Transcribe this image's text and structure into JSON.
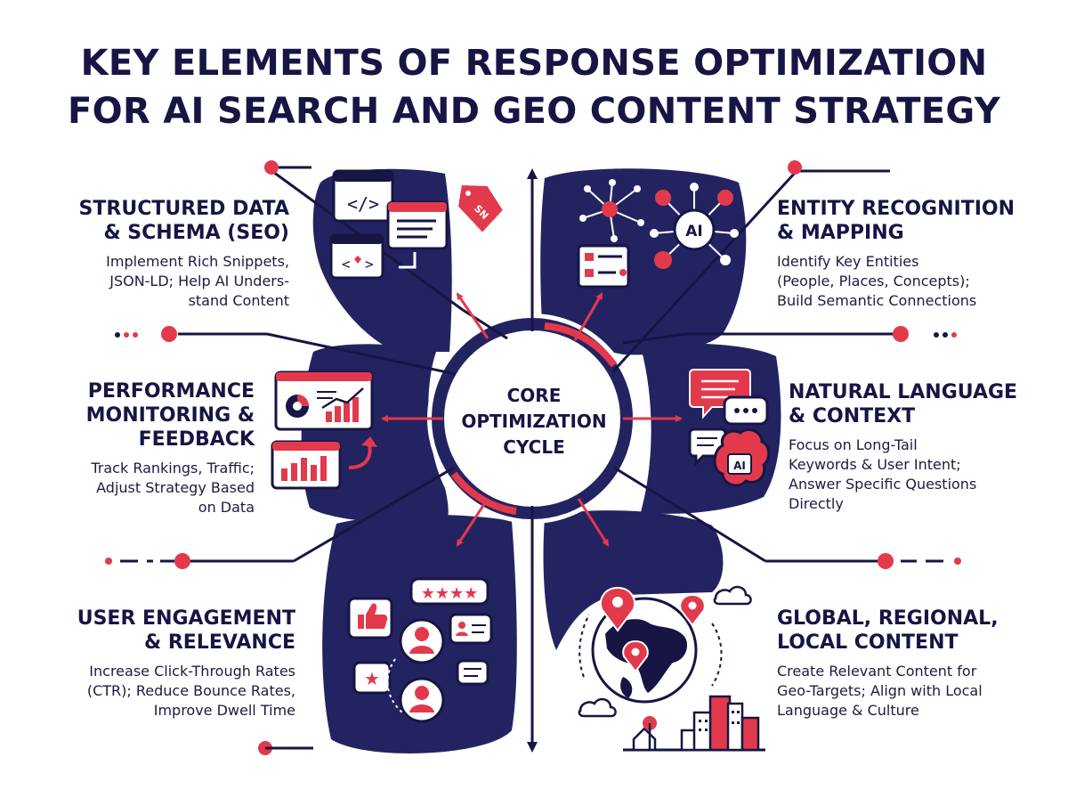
{
  "title": {
    "line1": "KEY ELEMENTS OF RESPONSE OPTIMIZATION",
    "line2": "FOR AI SEARCH AND GEO CONTENT STRATEGY"
  },
  "center": {
    "line1": "CORE",
    "line2": "OPTIMIZATION",
    "line3": "CYCLE"
  },
  "sections": {
    "structured": {
      "head1": "STRUCTURED DATA",
      "head2": "& SCHEMA (SEO)",
      "desc1": "Implement Rich Snippets,",
      "desc2": "JSON-LD; Help AI Unders-",
      "desc3": "stand Content",
      "tag_label": "SN"
    },
    "entity": {
      "head1": "ENTITY RECOGNITION",
      "head2": "& MAPPING",
      "desc1": "Identify Key Entities",
      "desc2": "(People, Places, Concepts);",
      "desc3": "Build Semantic Connections",
      "hub_label": "AI"
    },
    "performance": {
      "head1": "PERFORMANCE",
      "head2": "MONITORING &",
      "head3": "FEEDBACK",
      "desc1": "Track Rankings, Traffic;",
      "desc2": "Adjust Strategy Based",
      "desc3": "on Data"
    },
    "natural": {
      "head1": "NATURAL LANGUAGE",
      "head2": "& CONTEXT",
      "desc1": "Focus on Long-Tail",
      "desc2": "Keywords & User Intent;",
      "desc3": "Answer Specific Questions",
      "desc4": "Directly",
      "brain_label": "AI"
    },
    "engagement": {
      "head1": "USER ENGAGEMENT",
      "head2": "& RELEVANCE",
      "desc1": "Increase Click-Through Rates",
      "desc2": "(CTR); Reduce Bounce Rates,",
      "desc3": "Improve Dwell Time"
    },
    "global": {
      "head1": "GLOBAL, REGIONAL,",
      "head2": "LOCAL CONTENT",
      "desc1": "Create Relevant Content for",
      "desc2": "Geo-Targets; Align with Local",
      "desc3": "Language & Culture"
    }
  },
  "colors": {
    "navy": "#242361",
    "red": "#e23a4c",
    "ink": "#161544"
  },
  "icons": [
    "code-window-icon",
    "price-tag-icon",
    "entity-network-icon",
    "ai-hub-icon",
    "analytics-dashboard-icon",
    "bar-chart-icon",
    "chat-bubbles-icon",
    "ai-brain-icon",
    "thumbs-up-icon",
    "star-rating-icon",
    "user-avatar-icon",
    "globe-icon",
    "location-pin-icon",
    "city-skyline-icon"
  ]
}
